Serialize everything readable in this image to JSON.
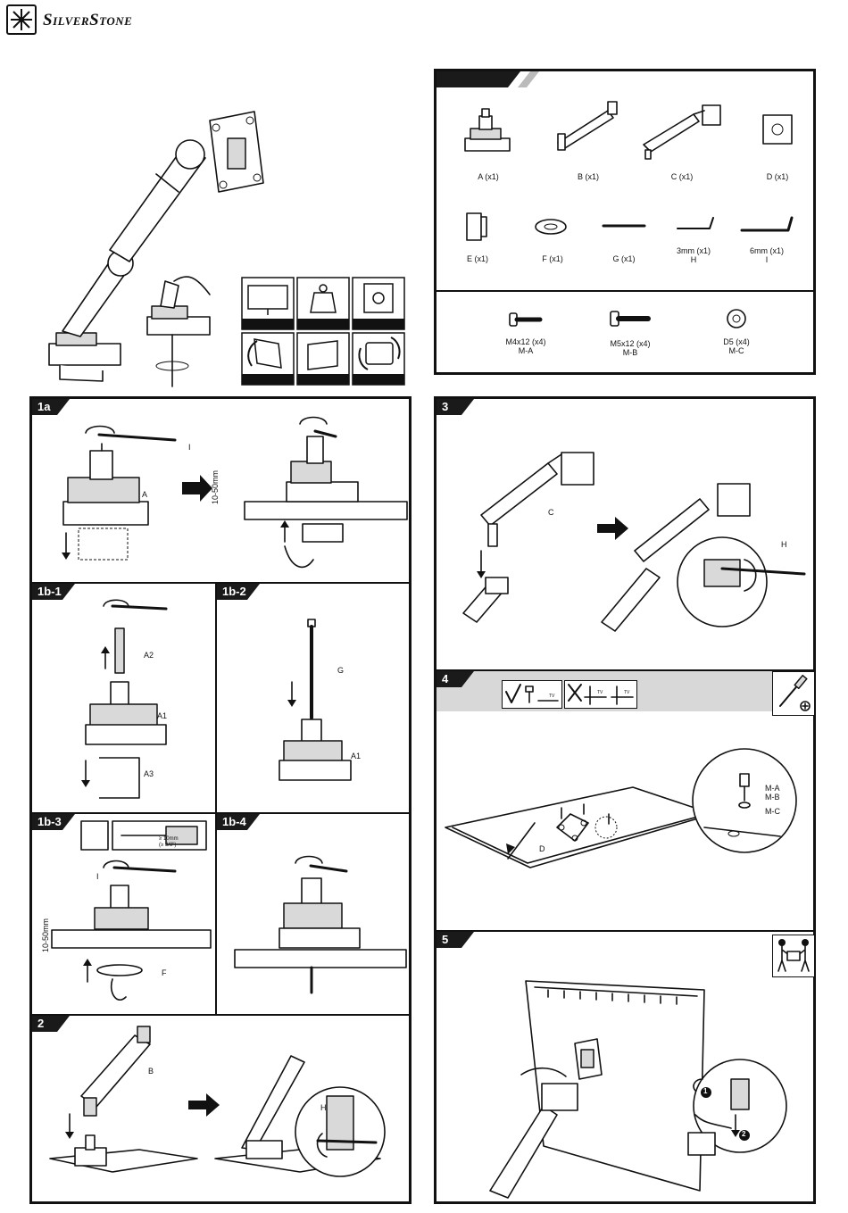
{
  "brand": {
    "name": "SilverStone"
  },
  "parts": [
    {
      "label": "A (x1)"
    },
    {
      "label": "B (x1)"
    },
    {
      "label": "C (x1)"
    },
    {
      "label": "D (x1)"
    },
    {
      "label": "E (x1)"
    },
    {
      "label": "F (x1)"
    },
    {
      "label": "G (x1)"
    },
    {
      "label": "3mm (x1)",
      "sub": "H"
    },
    {
      "label": "6mm (x1)",
      "sub": "I"
    }
  ],
  "screws": [
    {
      "label": "M4x12 (x4)",
      "sub": "M-A"
    },
    {
      "label": "M5x12 (x4)",
      "sub": "M-B"
    },
    {
      "label": "D5 (x4)",
      "sub": "M-C"
    }
  ],
  "steps": {
    "s1a": {
      "tab": "1a",
      "callouts": {
        "i": "I",
        "a": "A",
        "range": "10-50mm"
      }
    },
    "s1b1": {
      "tab": "1b-1",
      "callouts": {
        "a2": "A2",
        "a1": "A1",
        "a3": "A3"
      }
    },
    "s1b2": {
      "tab": "1b-2",
      "callouts": {
        "g": "G",
        "a1": "A1"
      }
    },
    "s1b3": {
      "tab": "1b-3",
      "callouts": {
        "i": "I",
        "f": "F",
        "range": "10-50mm",
        "hole1": "≥ 10mm",
        "hole2": "(≥ 3/8\")"
      }
    },
    "s1b4": {
      "tab": "1b-4"
    },
    "s2": {
      "tab": "2",
      "callouts": {
        "b": "B",
        "h": "H"
      }
    },
    "s3": {
      "tab": "3",
      "callouts": {
        "c": "C",
        "h": "H"
      }
    },
    "s4": {
      "tab": "4",
      "callouts": {
        "d": "D",
        "ma": "M-A",
        "mb": "M-B",
        "mc": "M-C",
        "tv1": "TV",
        "tv2": "TV",
        "tv3": "TV"
      }
    },
    "s5": {
      "tab": "5",
      "callouts": {
        "n1": "1",
        "n2": "2"
      }
    }
  }
}
